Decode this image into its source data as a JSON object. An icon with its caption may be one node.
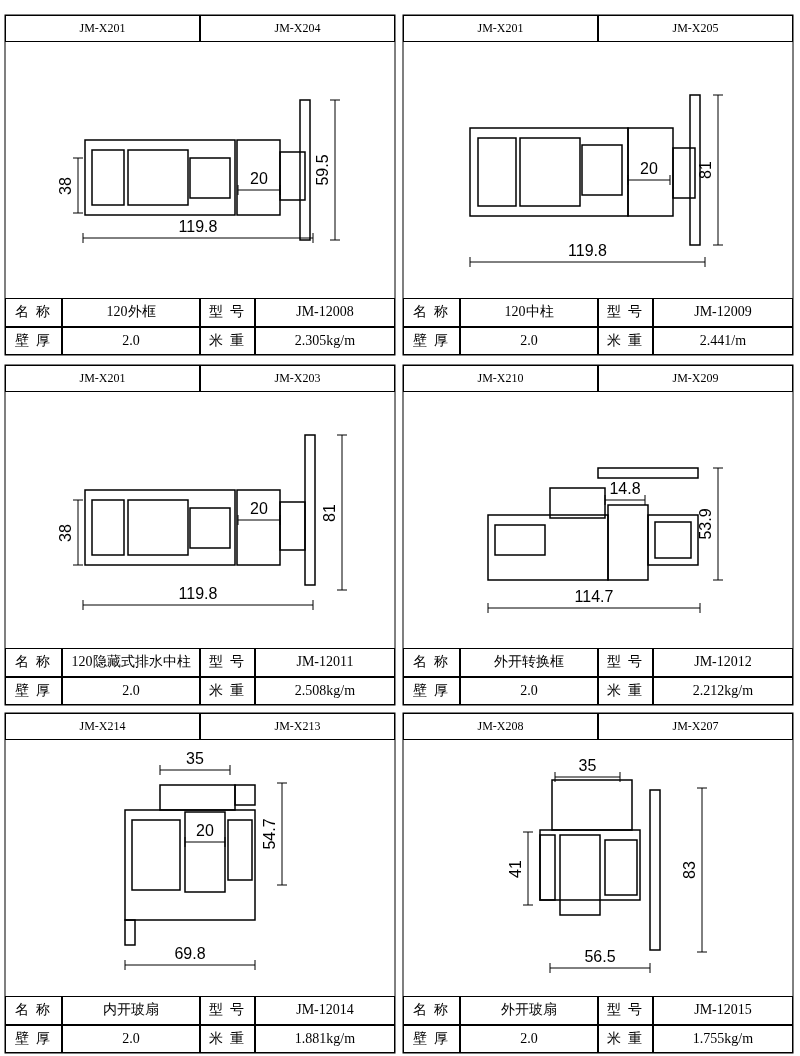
{
  "diagram": {
    "labels": [
      "JM-X201",
      "JM-X204",
      "38",
      "20",
      "59.5",
      "119.8",
      "名 称",
      "120外框",
      "型 号",
      "JM-12008",
      "壁 厚",
      "2.0",
      "米 重",
      "2.305kg/m",
      "JM-X201",
      "JM-X205",
      "20",
      "81",
      "119.8",
      "名 称",
      "120中柱",
      "型 号",
      "JM-12009",
      "壁 厚",
      "2.0",
      "米 重",
      "2.441/m",
      "JM-X201",
      "JM-X203",
      "38",
      "20",
      "81",
      "119.8",
      "名 称",
      "120隐藏式排水中柱",
      "型 号",
      "JM-12011",
      "壁 厚",
      "2.0",
      "米 重",
      "2.508kg/m",
      "JM-X210",
      "JM-X209",
      "14.8",
      "53.9",
      "114.7",
      "名 称",
      "外开转换框",
      "型 号",
      "JM-12012",
      "壁 厚",
      "2.0",
      "米 重",
      "2.212kg/m",
      "JM-X214",
      "JM-X213",
      "35",
      "20",
      "54.7",
      "69.8",
      "名 称",
      "内开玻扇",
      "型 号",
      "JM-12014",
      "壁 厚",
      "2.0",
      "米 重",
      "1.881kg/m",
      "JM-X208",
      "JM-X207",
      "35",
      "41",
      "83",
      "56.5",
      "名 称",
      "外开玻扇",
      "型 号",
      "JM-12015",
      "壁 厚",
      "2.0",
      "米 重",
      "1.755kg/m"
    ]
  }
}
